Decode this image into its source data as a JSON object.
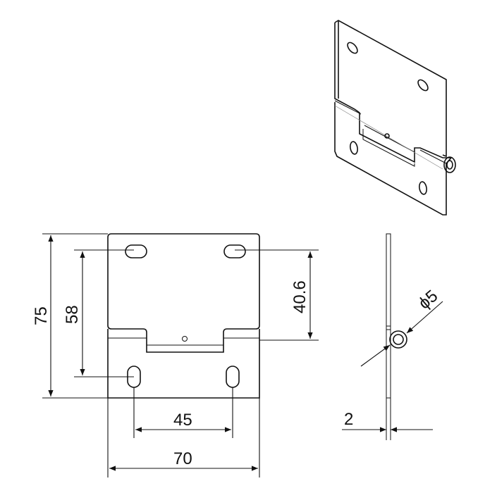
{
  "title": "Hinge technical drawing",
  "dimensions": {
    "height_overall": "75",
    "hole_vertical_spacing": "58",
    "hole_to_pin": "40.6",
    "hole_horizontal_spacing": "45",
    "width_overall": "70",
    "pin_diameter": "ϕ5",
    "thickness": "2"
  }
}
